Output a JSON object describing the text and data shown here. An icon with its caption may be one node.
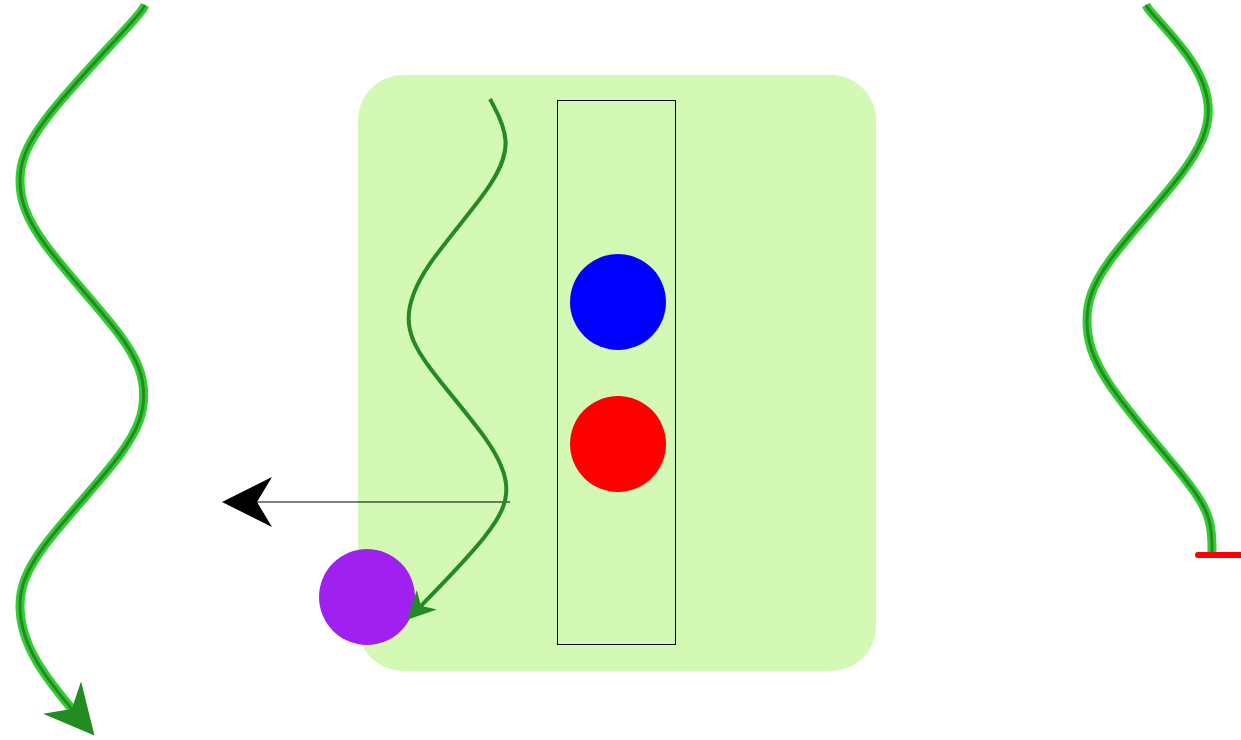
{
  "diagram": {
    "nodes": [
      {
        "text": [],
        "shape": "box"
      },
      {
        "text": [],
        "shape": "box",
        "in": 0
      },
      {
        "text": [],
        "shape": "circle",
        "in": 1
      },
      {
        "text": [],
        "shape": "circle",
        "in": 1
      },
      {
        "text": [],
        "shape": "circle"
      }
    ],
    "edges": [
      {
        "from": null,
        "to": 4,
        "arrow": "to"
      }
    ]
  }
}
